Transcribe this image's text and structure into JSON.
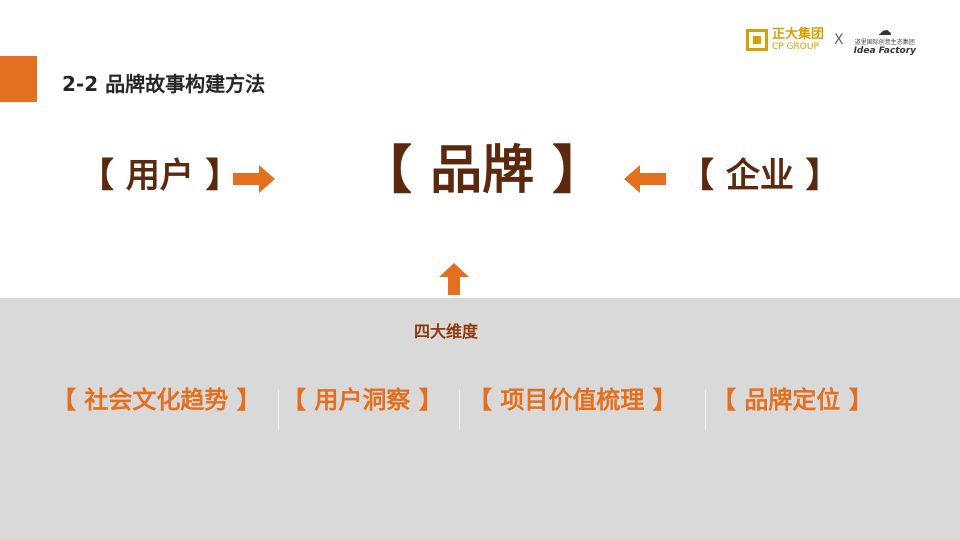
{
  "header": {
    "section_title": "2-2  品牌故事构建方法",
    "logos": {
      "cp_cn": "正大集团",
      "cp_en": "CP GROUP",
      "separator": "X",
      "idea_cn": "道里国际创意生态集团",
      "idea_en": "Idea Factory"
    }
  },
  "diagram": {
    "user": "【 用户 】",
    "brand": "【 品牌 】",
    "enterprise": "【 企业 】"
  },
  "dimensions": {
    "title": "四大维度",
    "items": [
      "【 社会文化趋势 】",
      "【 用户洞察 】",
      "【 项目价值梳理 】",
      "【 品牌定位 】"
    ]
  },
  "colors": {
    "accent": "#e3701f",
    "arrow": "#e3701f",
    "dark_brown": "#5b2a0e",
    "panel_grey": "#d9d9d9"
  }
}
